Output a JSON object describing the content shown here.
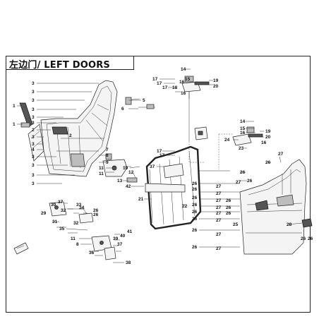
{
  "title": "左边门/ LEFT DOORS",
  "callouts": [
    {
      "id": "c1",
      "text": "3"
    },
    {
      "id": "c2",
      "text": "3"
    },
    {
      "id": "c3",
      "text": "3"
    },
    {
      "id": "c4",
      "text": "3"
    },
    {
      "id": "c5",
      "text": "3"
    },
    {
      "id": "c6",
      "text": "3"
    },
    {
      "id": "c7",
      "text": "2"
    },
    {
      "id": "c8",
      "text": "3"
    },
    {
      "id": "c9",
      "text": "1"
    },
    {
      "id": "c10",
      "text": "1"
    },
    {
      "id": "c11",
      "text": "3"
    },
    {
      "id": "c12",
      "text": "4"
    },
    {
      "id": "c13",
      "text": "3"
    },
    {
      "id": "c14",
      "text": "3"
    },
    {
      "id": "c15",
      "text": "3"
    },
    {
      "id": "c16",
      "text": "3"
    },
    {
      "id": "c17",
      "text": "5"
    },
    {
      "id": "c18",
      "text": "6"
    },
    {
      "id": "c19",
      "text": "7"
    },
    {
      "id": "c20",
      "text": "8"
    },
    {
      "id": "c21",
      "text": "9"
    },
    {
      "id": "c22",
      "text": "11"
    },
    {
      "id": "c23",
      "text": "10"
    },
    {
      "id": "c24",
      "text": "11"
    },
    {
      "id": "c25",
      "text": "12"
    },
    {
      "id": "c26",
      "text": "13"
    },
    {
      "id": "c27",
      "text": "14"
    },
    {
      "id": "c28",
      "text": "17"
    },
    {
      "id": "c29",
      "text": "17"
    },
    {
      "id": "c30",
      "text": "17"
    },
    {
      "id": "c31",
      "text": "18"
    },
    {
      "id": "c32",
      "text": "16"
    },
    {
      "id": "c33",
      "text": "15"
    },
    {
      "id": "c34",
      "text": "19"
    },
    {
      "id": "c35",
      "text": "20"
    },
    {
      "id": "c36",
      "text": "16"
    },
    {
      "id": "c37",
      "text": "14"
    },
    {
      "id": "c38",
      "text": "15"
    },
    {
      "id": "c39",
      "text": "16"
    },
    {
      "id": "c40",
      "text": "19"
    },
    {
      "id": "c41",
      "text": "20"
    },
    {
      "id": "c42",
      "text": "24"
    },
    {
      "id": "c43",
      "text": "16"
    },
    {
      "id": "c44",
      "text": "23"
    },
    {
      "id": "c45",
      "text": "17"
    },
    {
      "id": "c46",
      "text": "17"
    },
    {
      "id": "c47",
      "text": "37"
    },
    {
      "id": "c48",
      "text": "42"
    },
    {
      "id": "c49",
      "text": "21"
    },
    {
      "id": "c50",
      "text": "22"
    },
    {
      "id": "c51",
      "text": "26"
    },
    {
      "id": "c52",
      "text": "26"
    },
    {
      "id": "c53",
      "text": "26"
    },
    {
      "id": "c54",
      "text": "27"
    },
    {
      "id": "c55",
      "text": "26"
    },
    {
      "id": "c56",
      "text": "27"
    },
    {
      "id": "c57",
      "text": "26"
    },
    {
      "id": "c58",
      "text": "27"
    },
    {
      "id": "c59",
      "text": "26"
    },
    {
      "id": "c60",
      "text": "27"
    },
    {
      "id": "c61",
      "text": "26"
    },
    {
      "id": "c62",
      "text": "27"
    },
    {
      "id": "c63",
      "text": "26"
    },
    {
      "id": "c64",
      "text": "27"
    },
    {
      "id": "c65",
      "text": "26"
    },
    {
      "id": "c66",
      "text": "25"
    },
    {
      "id": "c67",
      "text": "26"
    },
    {
      "id": "c68",
      "text": "27"
    },
    {
      "id": "c69",
      "text": "26"
    },
    {
      "id": "c70",
      "text": "27"
    },
    {
      "id": "c71",
      "text": "26"
    },
    {
      "id": "c72",
      "text": "26"
    },
    {
      "id": "c73",
      "text": "27"
    },
    {
      "id": "c74",
      "text": "28"
    },
    {
      "id": "c75",
      "text": "26"
    },
    {
      "id": "c76",
      "text": "26"
    },
    {
      "id": "c77",
      "text": "26"
    },
    {
      "id": "c78",
      "text": "27"
    },
    {
      "id": "c79",
      "text": "29"
    },
    {
      "id": "c80",
      "text": "30"
    },
    {
      "id": "c81",
      "text": "37"
    },
    {
      "id": "c82",
      "text": "32"
    },
    {
      "id": "c83",
      "text": "33"
    },
    {
      "id": "c84",
      "text": "34"
    },
    {
      "id": "c85",
      "text": "31"
    },
    {
      "id": "c86",
      "text": "35"
    },
    {
      "id": "c87",
      "text": "26"
    },
    {
      "id": "c88",
      "text": "26"
    },
    {
      "id": "c89",
      "text": "32"
    },
    {
      "id": "c90",
      "text": "11"
    },
    {
      "id": "c91",
      "text": "41"
    },
    {
      "id": "c92",
      "text": "40"
    },
    {
      "id": "c93",
      "text": "39"
    },
    {
      "id": "c94",
      "text": "8"
    },
    {
      "id": "c95",
      "text": "37"
    },
    {
      "id": "c96",
      "text": "36"
    },
    {
      "id": "c97",
      "text": "38"
    },
    {
      "id": "c98",
      "text": "2"
    }
  ]
}
